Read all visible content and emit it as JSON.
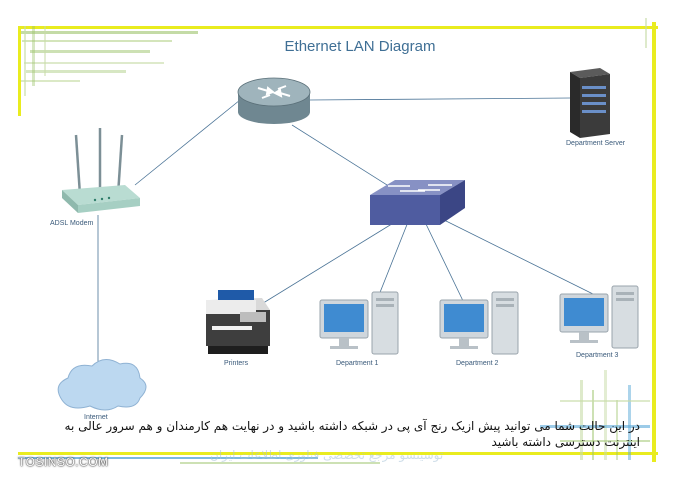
{
  "title": "Ethernet LAN Diagram",
  "labels": {
    "adsl_modem": "ADSL Modem",
    "internet": "Internet",
    "department_server": "Department Server",
    "printers": "Printers",
    "department_1": "Department 1",
    "department_2": "Department 2",
    "department_3": "Department 3"
  },
  "caption": "در این حالت شما می توانید پیش ازیک رنج آی پی در شبکه داشته باشید و در نهایت هم کارمندان و هم سرور عالی به اینترنت دسترسی داشته باشید",
  "branding": "TOSINSO.COM",
  "watermark": "توسینسو مرجع تخصصی فناوری اطلاعات ایران",
  "colors": {
    "accent_yellow": "#e9ec1f",
    "stripe_green": "#9cc36a",
    "stripe_blue": "#5aa9d8",
    "title_blue": "#3f6f95",
    "switch_blue": "#5a67a8",
    "link_line": "#4a7396"
  }
}
